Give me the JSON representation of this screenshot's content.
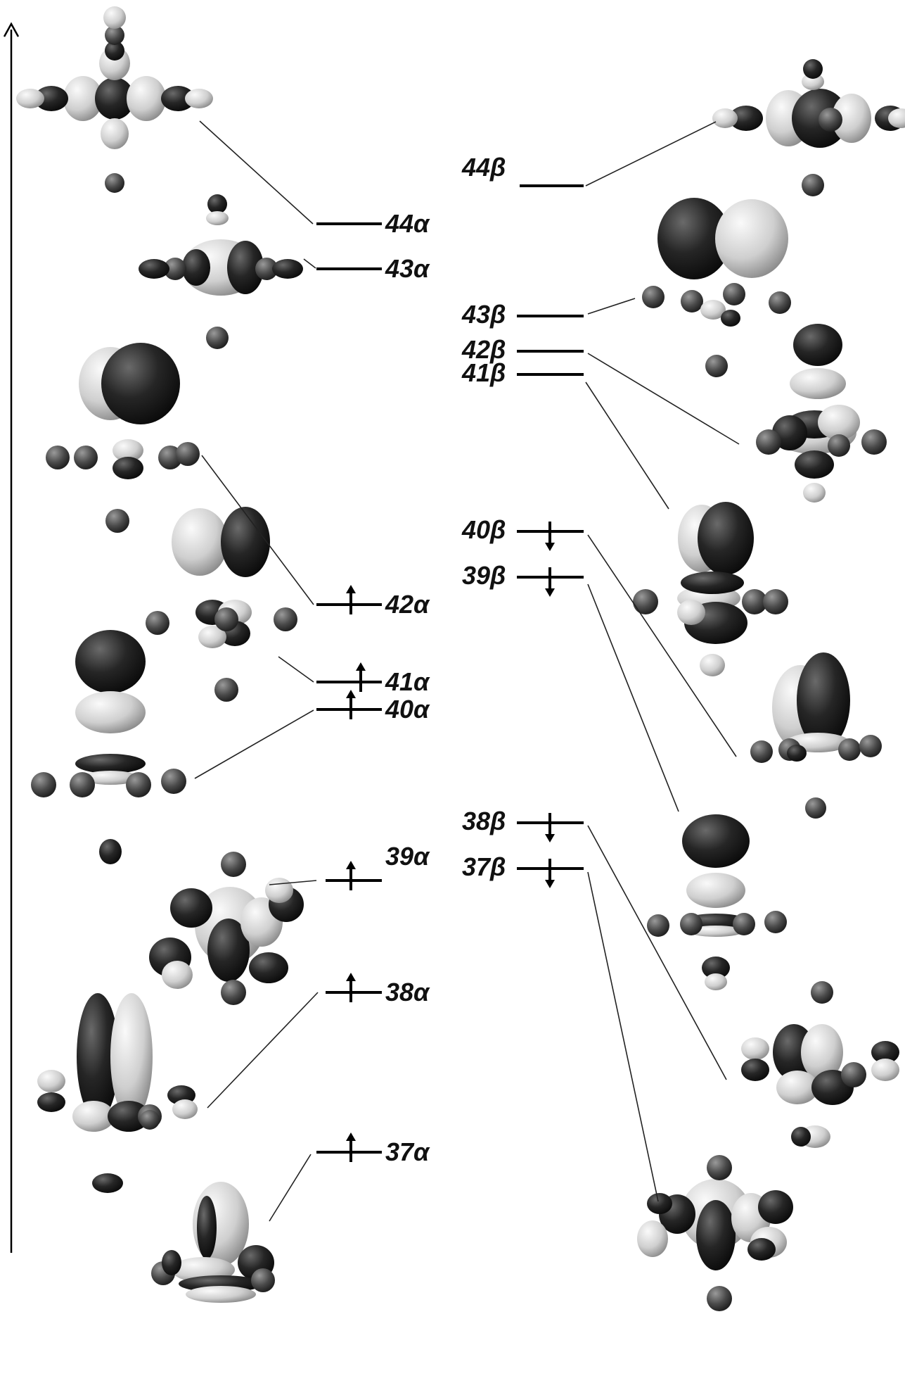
{
  "diagram": {
    "type": "molecular-orbital-energy-diagram",
    "axis": "energy-arrow",
    "alpha_levels": [
      {
        "label": "44α",
        "electron": null
      },
      {
        "label": "43α",
        "electron": null
      },
      {
        "label": "42α",
        "electron": "up"
      },
      {
        "label": "41α",
        "electron": "up"
      },
      {
        "label": "40α",
        "electron": "up"
      },
      {
        "label": "39α",
        "electron": "up"
      },
      {
        "label": "38α",
        "electron": "up"
      },
      {
        "label": "37α",
        "electron": "up"
      }
    ],
    "beta_levels": [
      {
        "label": "44β",
        "electron": null
      },
      {
        "label": "43β",
        "electron": null
      },
      {
        "label": "42β",
        "electron": null
      },
      {
        "label": "41β",
        "electron": null
      },
      {
        "label": "40β",
        "electron": "down"
      },
      {
        "label": "39β",
        "electron": "down"
      },
      {
        "label": "38β",
        "electron": "down"
      },
      {
        "label": "37β",
        "electron": "down"
      }
    ]
  }
}
